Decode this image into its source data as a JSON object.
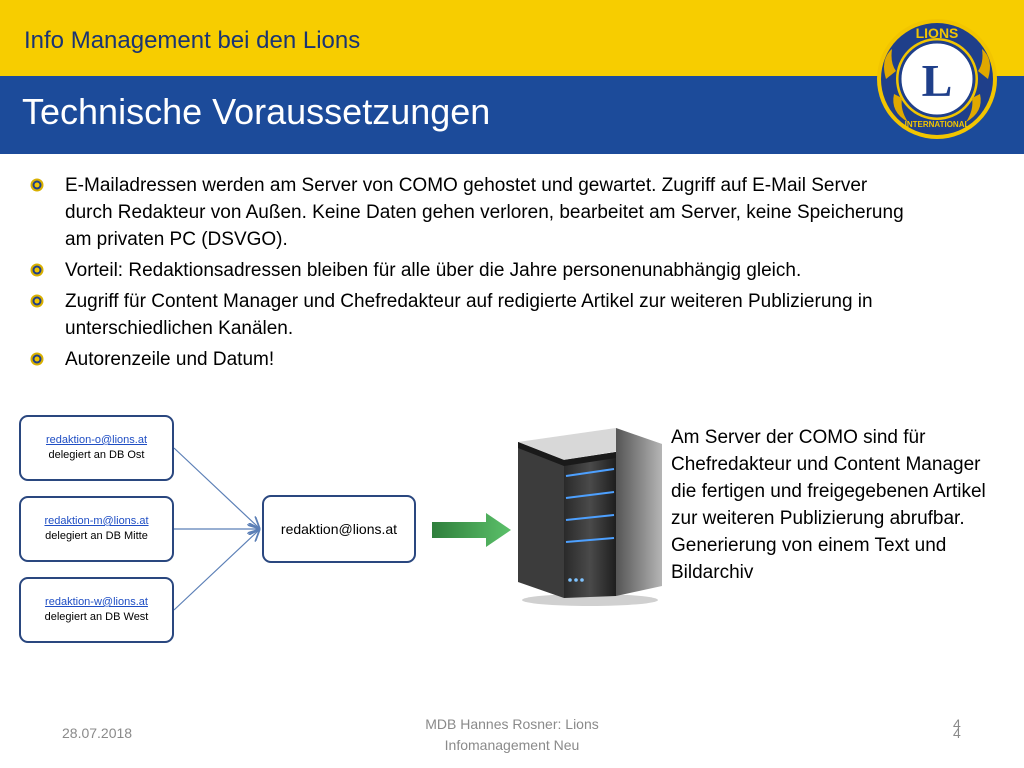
{
  "header": {
    "top_title": "Info Management bei den Lions",
    "main_title": "Technische Voraussetzungen",
    "logo": {
      "top_text": "LIONS",
      "bottom_text": "INTERNATIONAL",
      "letter": "L"
    }
  },
  "bullets": [
    "E-Mailadressen werden am Server von COMO gehostet und gewartet. Zugriff auf E-Mail Server durch Redakteur von Außen. Keine Daten gehen verloren, bearbeitet am Server, keine Speicherung am privaten PC (DSVGO).",
    "Vorteil: Redaktionsadressen bleiben für alle über die Jahre personenunabhängig gleich.",
    "Zugriff für Content Manager und Chefredakteur auf redigierte Artikel zur weiteren Publizierung in unterschiedlichen Kanälen.",
    "Autorenzeile und Datum!"
  ],
  "diagram": {
    "sources": [
      {
        "address": "redaktion-o@lions.at",
        "note": "delegiert an DB Ost"
      },
      {
        "address": "redaktion-m@lions.at",
        "note": "delegiert an DB Mitte"
      },
      {
        "address": "redaktion-w@lions.at",
        "note": "delegiert an DB West"
      }
    ],
    "hub": "redaktion@lions.at",
    "side_text": "Am Server der COMO sind für Chefredakteur und Content Manager die fertigen und freigegebenen Artikel zur weiteren Publizierung abrufbar. Generierung von einem Text und Bildarchiv"
  },
  "footer": {
    "date": "28.07.2018",
    "center_line1": "MDB Hannes Rosner: Lions",
    "center_line2": "Infomanagement Neu",
    "page_a": "4",
    "page_b": "4"
  },
  "colors": {
    "yellow": "#f7cd00",
    "blue": "#1c4b9a",
    "box_border": "#2a477f",
    "link": "#1f4ec4",
    "arrow_green": "#3aa24a"
  }
}
